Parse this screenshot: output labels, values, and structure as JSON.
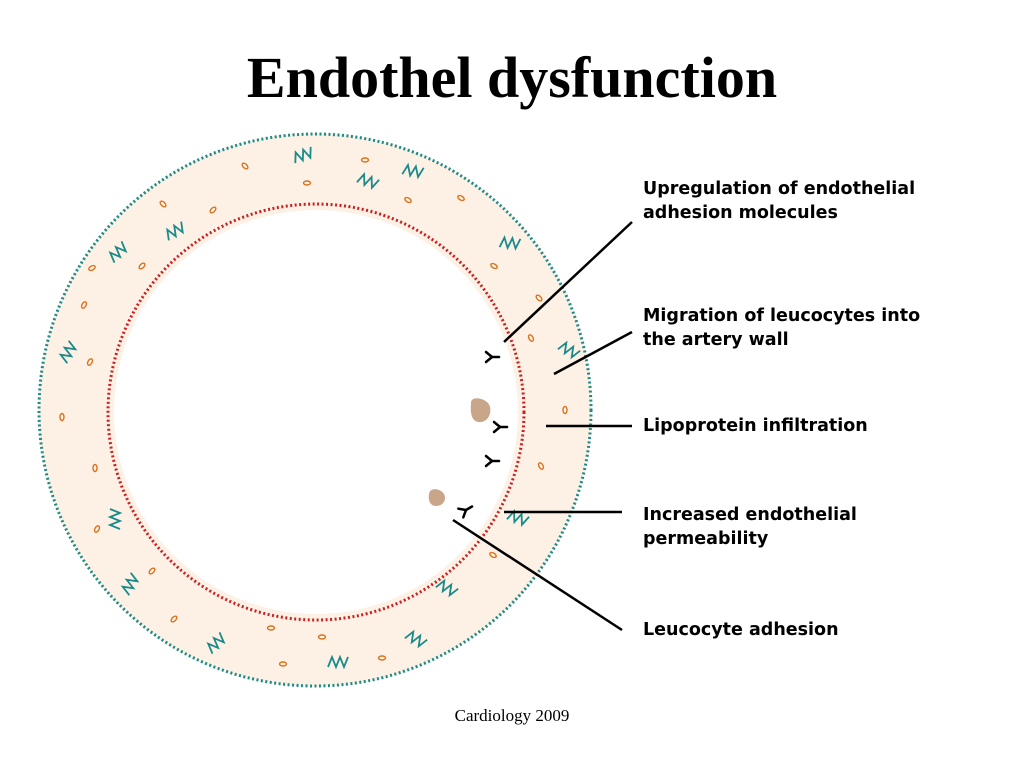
{
  "title": "Endothel dysfunction",
  "labels": [
    "Upregulation of endothelial\nadhesion molecules",
    "Migration of leucocytes into\nthe artery wall",
    "Lipoprotein infiltration",
    "Increased endothelial\npermeability",
    "Leucocyte adhesion"
  ],
  "source": "Cardiology 2009",
  "colors": {
    "wall_fill": "#fdf1e6",
    "outer_boundary": "#1a8a8a",
    "endothelium": "#cc1f1f",
    "smooth_muscle": "#1a8a8a",
    "cell_nuclei": "#e0701a",
    "lipoprotein": "#c9a58a",
    "leader_line": "#000000",
    "receptor": "#000000"
  },
  "icons": {
    "adhesion_molecule": "y-shaped-receptor-icon",
    "lipoprotein": "lipoprotein-particle-icon",
    "smooth_muscle_cell": "zigzag-muscle-cell-icon",
    "nucleus": "oval-nucleus-icon"
  }
}
